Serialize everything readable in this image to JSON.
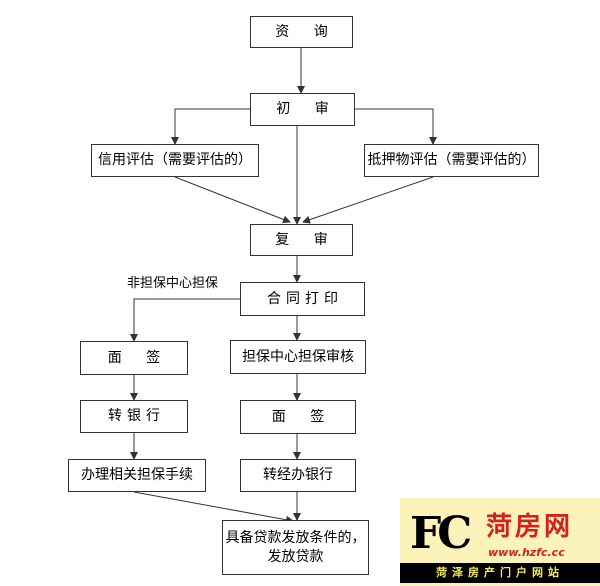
{
  "nodes": {
    "consult": "资 询",
    "initial_review": "初 审",
    "credit_assessment": "信用评估（需要评估的）",
    "collateral_assessment": "抵押物评估（需要评估的）",
    "re_review": "复 审",
    "contract_print": "合同打印",
    "interview_left": "面 签",
    "guarantee_center_review": "担保中心担保审核",
    "transfer_bank": "转银行",
    "interview_right": "面 签",
    "guarantee_procedures": "办理相关担保手续",
    "transfer_via_bank": "转经办银行",
    "loan_condition_line1": "具备贷款发放条件的，",
    "loan_condition_line2": "发放贷款"
  },
  "labels": {
    "non_guarantee_branch": "非担保中心担保"
  },
  "colors": {
    "line": "#333333",
    "logo_background": "#fbf3b9",
    "logo_red": "#d6201d",
    "logo_tag_text": "#f6e85a"
  },
  "logo": {
    "mark": "FC",
    "name": "菏房网",
    "url": "www.hzfc.cc",
    "tagline": "菏泽房产门户网站"
  }
}
